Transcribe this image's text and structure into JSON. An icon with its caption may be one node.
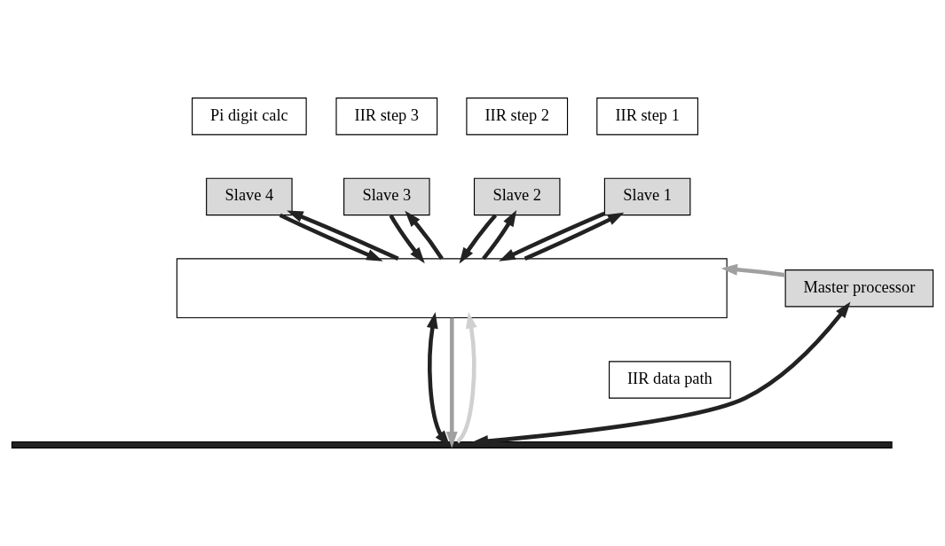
{
  "diagram": {
    "nodes": [
      {
        "text": [
          "Pi digit calc"
        ]
      },
      {
        "text": [
          "IIR step 3"
        ]
      },
      {
        "text": [
          "IIR step 2"
        ]
      },
      {
        "text": [
          "IIR step 1"
        ]
      },
      {
        "text": [
          "Slave 4"
        ]
      },
      {
        "text": [
          "Slave 3"
        ]
      },
      {
        "text": [
          "Slave 2"
        ]
      },
      {
        "text": [
          "Slave 1"
        ]
      },
      {
        "text": [],
        "shape": "box"
      },
      {
        "text": [
          "Master processor"
        ]
      },
      {
        "text": [
          "IIR data path"
        ]
      },
      {
        "text": [],
        "shape": "bar"
      }
    ],
    "edges": [
      {
        "from": 4,
        "to": 8,
        "arrow": "to"
      },
      {
        "from": 8,
        "to": 4,
        "arrow": "to"
      },
      {
        "from": 5,
        "to": 8,
        "arrow": "to"
      },
      {
        "from": 8,
        "to": 5,
        "arrow": "to"
      },
      {
        "from": 6,
        "to": 8,
        "arrow": "to"
      },
      {
        "from": 8,
        "to": 6,
        "arrow": "to"
      },
      {
        "from": 7,
        "to": 8,
        "arrow": "to"
      },
      {
        "from": 8,
        "to": 7,
        "arrow": "to"
      },
      {
        "from": 8,
        "to": 11,
        "arrow": "both"
      },
      {
        "from": 9,
        "to": 11,
        "arrow": "both"
      },
      {
        "from": 9,
        "to": 8,
        "arrow": "to",
        "color": "#a0a0a0"
      },
      {
        "from": 8,
        "to": 11,
        "arrow": "to",
        "color": "#a0a0a0"
      },
      {
        "from": 11,
        "to": 8,
        "arrow": "to",
        "color": "#d0d0d0"
      }
    ]
  }
}
